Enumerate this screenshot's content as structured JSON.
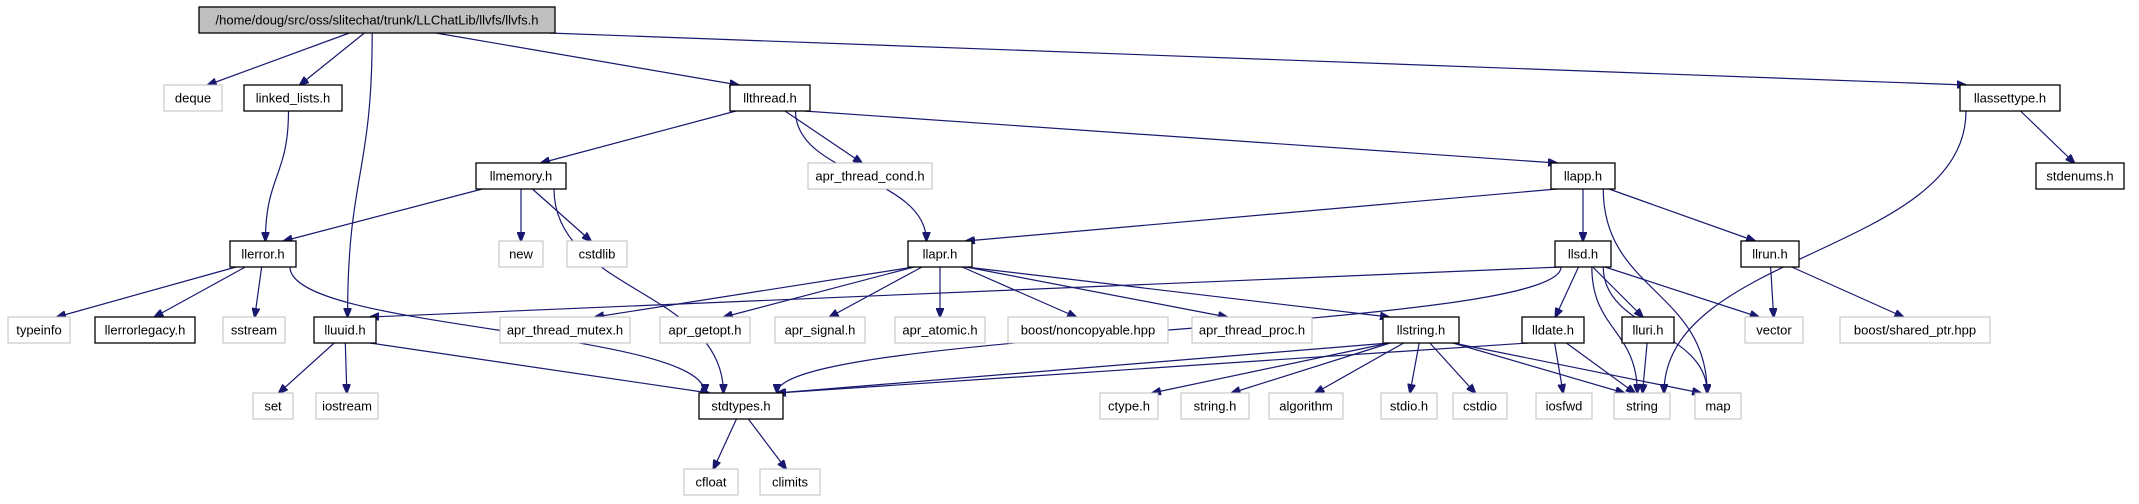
{
  "diagram": {
    "type": "include-dependency-graph",
    "colors": {
      "edge": "#191970",
      "root_fill": "#bfbfbf",
      "external_border": "#bfbfbf",
      "internal_border": "#000000"
    },
    "nodes": [
      {
        "id": "root",
        "label": "/home/doug/src/oss/slitechat/trunk/LLChatLib/llvfs/llvfs.h",
        "kind": "root"
      },
      {
        "id": "deque",
        "label": "deque",
        "kind": "external"
      },
      {
        "id": "linked_lists",
        "label": "linked_lists.h",
        "kind": "internal"
      },
      {
        "id": "llthread",
        "label": "llthread.h",
        "kind": "internal"
      },
      {
        "id": "llassettype",
        "label": "llassettype.h",
        "kind": "internal"
      },
      {
        "id": "llmemory",
        "label": "llmemory.h",
        "kind": "internal"
      },
      {
        "id": "apr_thread_cond",
        "label": "apr_thread_cond.h",
        "kind": "external"
      },
      {
        "id": "llapp",
        "label": "llapp.h",
        "kind": "internal"
      },
      {
        "id": "stdenums",
        "label": "stdenums.h",
        "kind": "internal"
      },
      {
        "id": "llerror",
        "label": "llerror.h",
        "kind": "internal"
      },
      {
        "id": "new",
        "label": "new",
        "kind": "external"
      },
      {
        "id": "cstdlib",
        "label": "cstdlib",
        "kind": "external"
      },
      {
        "id": "llapr",
        "label": "llapr.h",
        "kind": "internal"
      },
      {
        "id": "llsd",
        "label": "llsd.h",
        "kind": "internal"
      },
      {
        "id": "llrun",
        "label": "llrun.h",
        "kind": "internal"
      },
      {
        "id": "typeinfo",
        "label": "typeinfo",
        "kind": "external"
      },
      {
        "id": "llerrorlegacy",
        "label": "llerrorlegacy.h",
        "kind": "internal"
      },
      {
        "id": "sstream",
        "label": "sstream",
        "kind": "external"
      },
      {
        "id": "lluuid",
        "label": "lluuid.h",
        "kind": "internal"
      },
      {
        "id": "apr_thread_mutex",
        "label": "apr_thread_mutex.h",
        "kind": "external"
      },
      {
        "id": "apr_getopt",
        "label": "apr_getopt.h",
        "kind": "external"
      },
      {
        "id": "apr_signal",
        "label": "apr_signal.h",
        "kind": "external"
      },
      {
        "id": "apr_atomic",
        "label": "apr_atomic.h",
        "kind": "external"
      },
      {
        "id": "boost_noncopyable",
        "label": "boost/noncopyable.hpp",
        "kind": "external"
      },
      {
        "id": "apr_thread_proc",
        "label": "apr_thread_proc.h",
        "kind": "external"
      },
      {
        "id": "llstring",
        "label": "llstring.h",
        "kind": "internal"
      },
      {
        "id": "lldate",
        "label": "lldate.h",
        "kind": "internal"
      },
      {
        "id": "lluri",
        "label": "lluri.h",
        "kind": "internal"
      },
      {
        "id": "vector",
        "label": "vector",
        "kind": "external"
      },
      {
        "id": "boost_shared_ptr",
        "label": "boost/shared_ptr.hpp",
        "kind": "external"
      },
      {
        "id": "set",
        "label": "set",
        "kind": "external"
      },
      {
        "id": "iostream",
        "label": "iostream",
        "kind": "external"
      },
      {
        "id": "stdtypes",
        "label": "stdtypes.h",
        "kind": "internal"
      },
      {
        "id": "ctype",
        "label": "ctype.h",
        "kind": "external"
      },
      {
        "id": "string_h",
        "label": "string.h",
        "kind": "external"
      },
      {
        "id": "algorithm",
        "label": "algorithm",
        "kind": "external"
      },
      {
        "id": "stdio",
        "label": "stdio.h",
        "kind": "external"
      },
      {
        "id": "cstdio",
        "label": "cstdio",
        "kind": "external"
      },
      {
        "id": "iosfwd",
        "label": "iosfwd",
        "kind": "external"
      },
      {
        "id": "string",
        "label": "string",
        "kind": "external"
      },
      {
        "id": "map",
        "label": "map",
        "kind": "external"
      },
      {
        "id": "cfloat",
        "label": "cfloat",
        "kind": "external"
      },
      {
        "id": "climits",
        "label": "climits",
        "kind": "external"
      }
    ],
    "edges": [
      [
        "root",
        "deque"
      ],
      [
        "root",
        "linked_lists"
      ],
      [
        "root",
        "lluuid"
      ],
      [
        "root",
        "llthread"
      ],
      [
        "root",
        "llassettype"
      ],
      [
        "linked_lists",
        "llerror"
      ],
      [
        "llthread",
        "llmemory"
      ],
      [
        "llthread",
        "apr_thread_cond"
      ],
      [
        "llthread",
        "llapp"
      ],
      [
        "llthread",
        "llapr"
      ],
      [
        "llassettype",
        "stdenums"
      ],
      [
        "llassettype",
        "string"
      ],
      [
        "llmemory",
        "llerror"
      ],
      [
        "llmemory",
        "new"
      ],
      [
        "llmemory",
        "cstdlib"
      ],
      [
        "llmemory",
        "stdtypes"
      ],
      [
        "llapp",
        "llapr"
      ],
      [
        "llapp",
        "llsd"
      ],
      [
        "llapp",
        "llrun"
      ],
      [
        "llapp",
        "map"
      ],
      [
        "llerror",
        "typeinfo"
      ],
      [
        "llerror",
        "llerrorlegacy"
      ],
      [
        "llerror",
        "sstream"
      ],
      [
        "llerror",
        "stdtypes"
      ],
      [
        "llapr",
        "apr_thread_mutex"
      ],
      [
        "llapr",
        "apr_getopt"
      ],
      [
        "llapr",
        "apr_signal"
      ],
      [
        "llapr",
        "apr_atomic"
      ],
      [
        "llapr",
        "boost_noncopyable"
      ],
      [
        "llapr",
        "apr_thread_proc"
      ],
      [
        "llapr",
        "llstring"
      ],
      [
        "llsd",
        "lluuid"
      ],
      [
        "llsd",
        "stdtypes"
      ],
      [
        "llsd",
        "lldate"
      ],
      [
        "llsd",
        "lluri"
      ],
      [
        "llsd",
        "string"
      ],
      [
        "llsd",
        "map"
      ],
      [
        "llsd",
        "vector"
      ],
      [
        "llrun",
        "vector"
      ],
      [
        "llrun",
        "boost_shared_ptr"
      ],
      [
        "lluuid",
        "set"
      ],
      [
        "lluuid",
        "iostream"
      ],
      [
        "lluuid",
        "stdtypes"
      ],
      [
        "llstring",
        "stdtypes"
      ],
      [
        "llstring",
        "ctype"
      ],
      [
        "llstring",
        "string_h"
      ],
      [
        "llstring",
        "algorithm"
      ],
      [
        "llstring",
        "stdio"
      ],
      [
        "llstring",
        "cstdio"
      ],
      [
        "llstring",
        "string"
      ],
      [
        "llstring",
        "map"
      ],
      [
        "lldate",
        "stdtypes"
      ],
      [
        "lldate",
        "iosfwd"
      ],
      [
        "lldate",
        "string"
      ],
      [
        "lluri",
        "string"
      ],
      [
        "stdtypes",
        "cfloat"
      ],
      [
        "stdtypes",
        "climits"
      ]
    ]
  }
}
